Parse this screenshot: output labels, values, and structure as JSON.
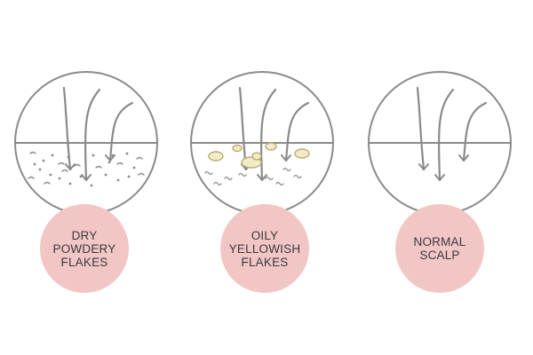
{
  "colors": {
    "line": "#8a8a8a",
    "label_bg": "#f3c6c6",
    "label_text": "#3a3a3a",
    "oily_fill": "#f3ebc8",
    "oily_stroke": "#b9ad77",
    "background": "#ffffff"
  },
  "panels": [
    {
      "id": "dry",
      "label": "DRY\nPOWDERY\nFLAKES",
      "deposit": "powdery-flakes"
    },
    {
      "id": "oily",
      "label": "OILY\nYELLOWISH\nFLAKES",
      "deposit": "oily-flakes"
    },
    {
      "id": "normal",
      "label": "NORMAL\nSCALP",
      "deposit": "none"
    }
  ]
}
